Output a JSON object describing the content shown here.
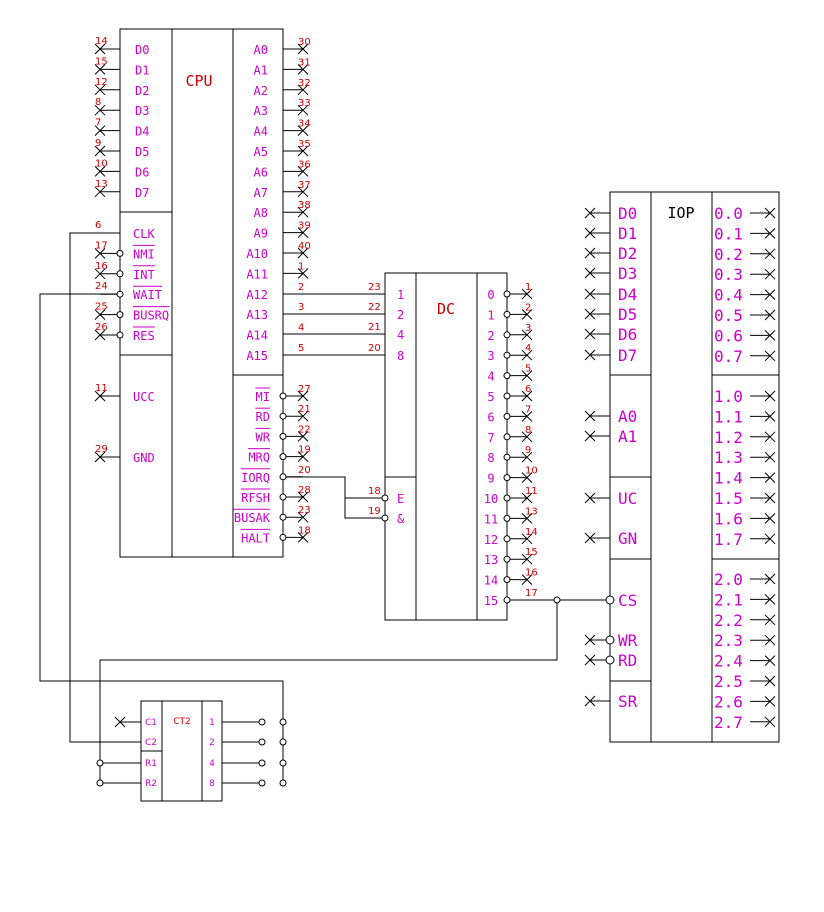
{
  "cpu": {
    "title": "CPU",
    "data_pins": [
      {
        "label": "D0",
        "num": "14"
      },
      {
        "label": "D1",
        "num": "15"
      },
      {
        "label": "D2",
        "num": "12"
      },
      {
        "label": "D3",
        "num": "8"
      },
      {
        "label": "D4",
        "num": "7"
      },
      {
        "label": "D5",
        "num": "9"
      },
      {
        "label": "D6",
        "num": "10"
      },
      {
        "label": "D7",
        "num": "13"
      }
    ],
    "ctrl_pins": [
      {
        "label": "CLK",
        "num": "6"
      },
      {
        "label": "NMI",
        "num": "17"
      },
      {
        "label": "INT",
        "num": "16"
      },
      {
        "label": "WAIT",
        "num": "24"
      },
      {
        "label": "BUSRQ",
        "num": "25"
      },
      {
        "label": "RES",
        "num": "26"
      }
    ],
    "pwr_pins": [
      {
        "label": "UCC",
        "num": "11"
      },
      {
        "label": "GND",
        "num": "29"
      }
    ],
    "addr_pins": [
      {
        "label": "A0",
        "num": "30"
      },
      {
        "label": "A1",
        "num": "31"
      },
      {
        "label": "A2",
        "num": "32"
      },
      {
        "label": "A3",
        "num": "33"
      },
      {
        "label": "A4",
        "num": "34"
      },
      {
        "label": "A5",
        "num": "35"
      },
      {
        "label": "A6",
        "num": "36"
      },
      {
        "label": "A7",
        "num": "37"
      },
      {
        "label": "A8",
        "num": "38"
      },
      {
        "label": "A9",
        "num": "39"
      },
      {
        "label": "A10",
        "num": "40"
      },
      {
        "label": "A11",
        "num": "1"
      },
      {
        "label": "A12",
        "num": "2"
      },
      {
        "label": "A13",
        "num": "3"
      },
      {
        "label": "A14",
        "num": "4"
      },
      {
        "label": "A15",
        "num": "5"
      }
    ],
    "out_pins": [
      {
        "label": "MI",
        "num": "27"
      },
      {
        "label": "RD",
        "num": "21"
      },
      {
        "label": "WR",
        "num": "22"
      },
      {
        "label": "MRQ",
        "num": "19"
      },
      {
        "label": "IORQ",
        "num": "20"
      },
      {
        "label": "RFSH",
        "num": "28"
      },
      {
        "label": "BUSAK",
        "num": "23"
      },
      {
        "label": "HALT",
        "num": "18"
      }
    ]
  },
  "dc": {
    "title": "DC",
    "in_pins": [
      {
        "label": "1",
        "num": "23"
      },
      {
        "label": "2",
        "num": "22"
      },
      {
        "label": "4",
        "num": "21"
      },
      {
        "label": "8",
        "num": "20"
      }
    ],
    "en_pins": [
      {
        "label": "E",
        "num": "18"
      },
      {
        "label": "&",
        "num": "19"
      }
    ],
    "out_pins": [
      {
        "label": "0",
        "num": "1"
      },
      {
        "label": "1",
        "num": "2"
      },
      {
        "label": "2",
        "num": "3"
      },
      {
        "label": "3",
        "num": "4"
      },
      {
        "label": "4",
        "num": "5"
      },
      {
        "label": "5",
        "num": "6"
      },
      {
        "label": "6",
        "num": "7"
      },
      {
        "label": "7",
        "num": "8"
      },
      {
        "label": "8",
        "num": "9"
      },
      {
        "label": "9",
        "num": "10"
      },
      {
        "label": "10",
        "num": "11"
      },
      {
        "label": "11",
        "num": "13"
      },
      {
        "label": "12",
        "num": "14"
      },
      {
        "label": "13",
        "num": "15"
      },
      {
        "label": "14",
        "num": "16"
      },
      {
        "label": "15",
        "num": "17"
      }
    ]
  },
  "iop": {
    "title": "IOP",
    "left_data": [
      "D0",
      "D1",
      "D2",
      "D3",
      "D4",
      "D5",
      "D6",
      "D7"
    ],
    "left_addr": [
      "A0",
      "A1"
    ],
    "left_pwr": [
      "UC",
      "GN"
    ],
    "left_ctrl": [
      "CS",
      "WR",
      "RD",
      "SR"
    ],
    "port0": [
      "0.0",
      "0.1",
      "0.2",
      "0.3",
      "0.4",
      "0.5",
      "0.6",
      "0.7"
    ],
    "port1": [
      "1.0",
      "1.1",
      "1.2",
      "1.3",
      "1.4",
      "1.5",
      "1.6",
      "1.7"
    ],
    "port2": [
      "2.0",
      "2.1",
      "2.2",
      "2.3",
      "2.4",
      "2.5",
      "2.6",
      "2.7"
    ]
  },
  "ct2": {
    "title": "CT2",
    "left_pins": [
      "C1",
      "C2",
      "R1",
      "R2"
    ],
    "right_pins": [
      "1",
      "2",
      "4",
      "8"
    ]
  }
}
